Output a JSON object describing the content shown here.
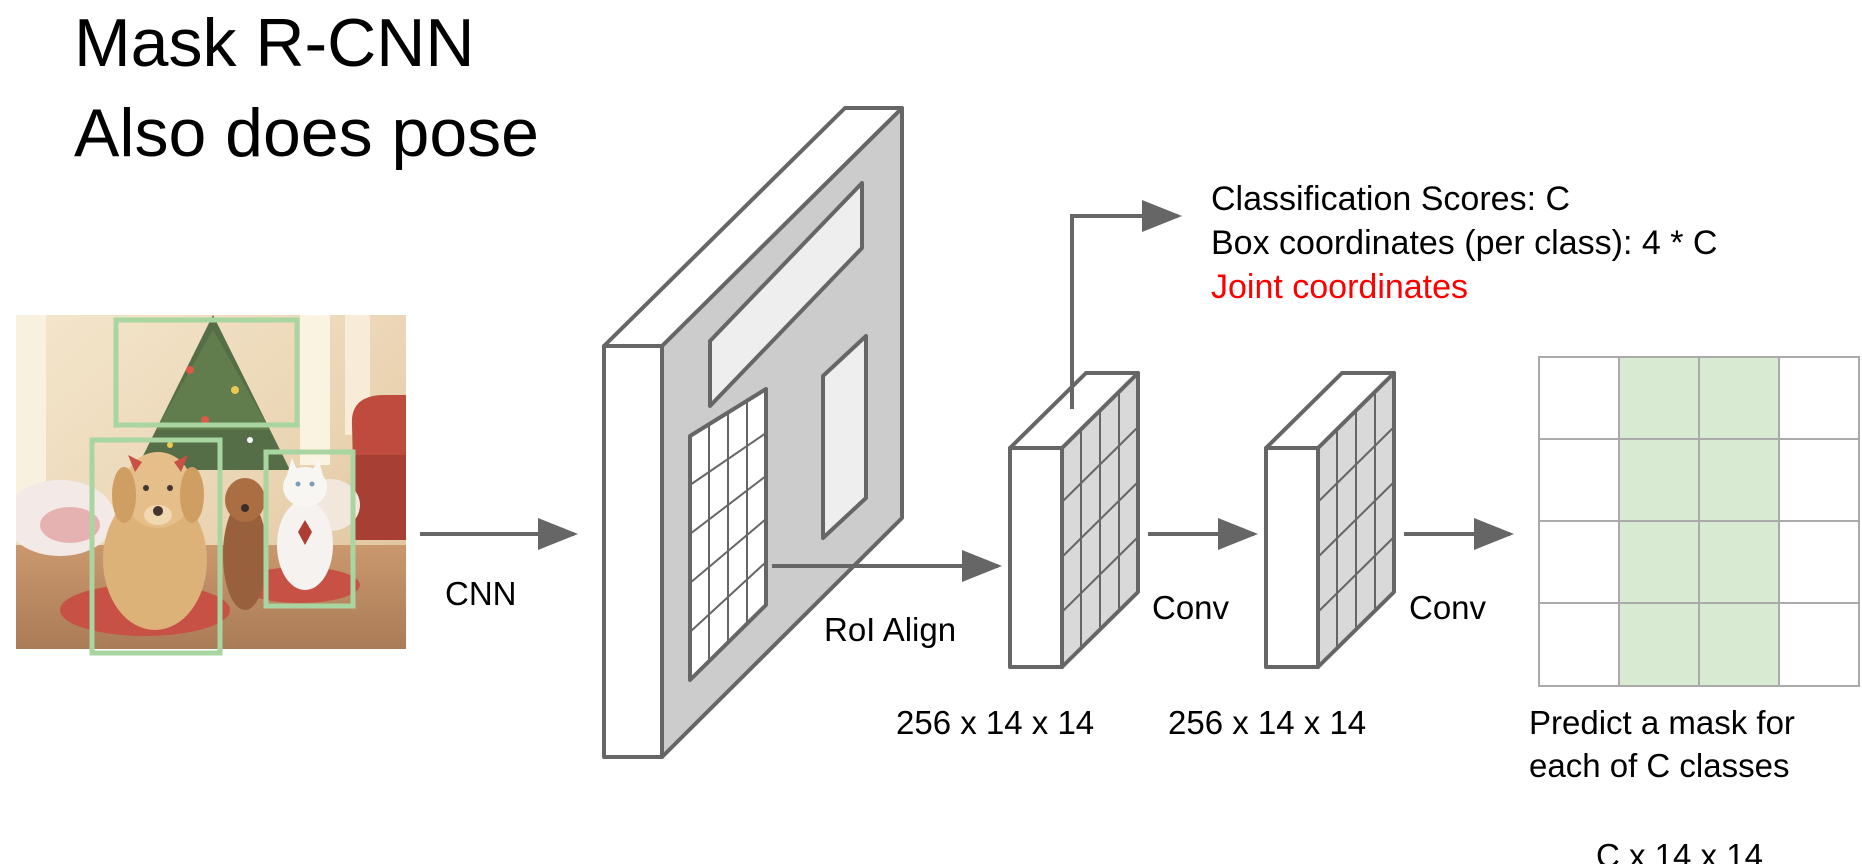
{
  "title": {
    "line1": "Mask R-CNN",
    "line2": "Also does pose"
  },
  "labels": {
    "cnn": "CNN",
    "roi_align": "RoI Align",
    "conv1": "Conv",
    "conv2": "Conv",
    "dims1": "256 x 14 x 14",
    "dims2": "256 x 14 x 14",
    "mask_desc_line1": "Predict a mask for",
    "mask_desc_line2": "each of C classes",
    "mask_dims": "C x 14 x 14"
  },
  "outputs": {
    "classification": "Classification Scores: C",
    "box": "Box coordinates (per class): 4 * C",
    "joint": "Joint coordinates"
  },
  "colors": {
    "stroke": "#666666",
    "arrow": "#666666",
    "feature_map_fill": "#cccccc",
    "region_fill": "#eeeeee",
    "box_face_fill": "#ffffff",
    "grid_face_fill": "#d9d9d9",
    "mask_highlight": "#d9ead3",
    "mask_grid": "#aaaaaa",
    "bbox_green": "#a8d5a0",
    "joint_text": "#ff0000"
  }
}
